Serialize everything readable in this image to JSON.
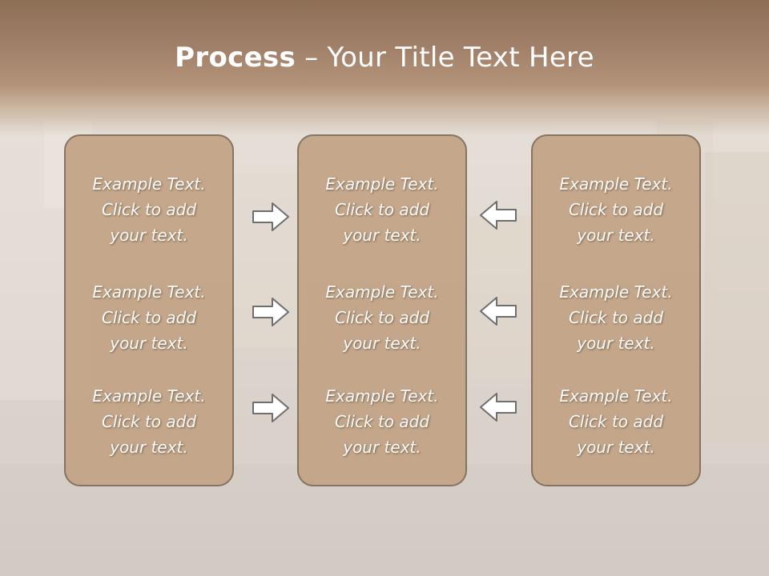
{
  "slide": {
    "title_bold": "Process",
    "title_rest": " – Your Title Text Here"
  },
  "panels": {
    "left": [
      {
        "line1": "Example Text.",
        "line2": "Click  to add",
        "line3": "your text."
      },
      {
        "line1": "Example Text.",
        "line2": "Click  to add",
        "line3": "your text."
      },
      {
        "line1": "Example Text.",
        "line2": "Click  to add",
        "line3": "your text."
      }
    ],
    "middle": [
      {
        "line1": "Example Text.",
        "line2": "Click  to add",
        "line3": "your text."
      },
      {
        "line1": "Example Text.",
        "line2": "Click  to add",
        "line3": "your text."
      },
      {
        "line1": "Example Text.",
        "line2": "Click  to add",
        "line3": "your text."
      }
    ],
    "right": [
      {
        "line1": "Example Text.",
        "line2": "Click  to add",
        "line3": "your text."
      },
      {
        "line1": "Example Text.",
        "line2": "Click  to add",
        "line3": "your text."
      },
      {
        "line1": "Example Text.",
        "line2": "Click  to add",
        "line3": "your text."
      }
    ]
  },
  "icons": {
    "left_arrows": "arrow-right-icon",
    "right_arrows": "arrow-left-icon"
  },
  "colors": {
    "title_band": "#a1806a",
    "panel_fill": "#c3a486",
    "panel_border": "#816c59",
    "text": "#ffffff"
  }
}
